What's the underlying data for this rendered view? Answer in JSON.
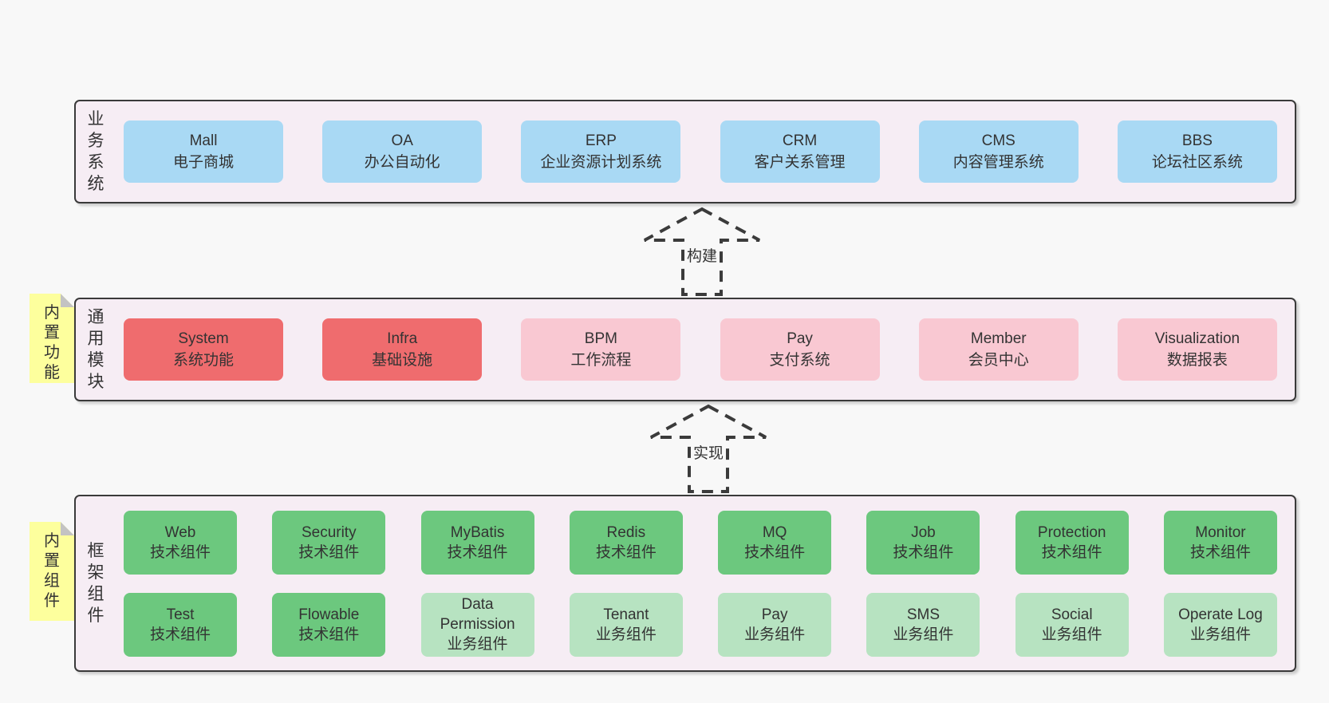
{
  "palette": {
    "page_bg": "#f8f8f8",
    "container_bg": "#f6edf4",
    "container_border": "#3a3a3a",
    "blue": "#a9d9f4",
    "red": "#ef6c6e",
    "pink": "#f9c8d2",
    "green": "#6cc87e",
    "light_green": "#b7e3c1",
    "note_yellow": "#fdff9d",
    "note_fold": "#c3c3c3",
    "arrow": "#3b3b3b",
    "text": "#333333"
  },
  "arrows": [
    {
      "label": "构建"
    },
    {
      "label": "实现"
    }
  ],
  "layers": {
    "business": {
      "side_label": "业务系统",
      "boxes": [
        {
          "title": "Mall",
          "subtitle": "电子商城"
        },
        {
          "title": "OA",
          "subtitle": "办公自动化"
        },
        {
          "title": "ERP",
          "subtitle": "企业资源计划系统"
        },
        {
          "title": "CRM",
          "subtitle": "客户关系管理"
        },
        {
          "title": "CMS",
          "subtitle": "内容管理系统"
        },
        {
          "title": "BBS",
          "subtitle": "论坛社区系统"
        }
      ]
    },
    "modules": {
      "side_label": "通用模块",
      "note": "内置功能",
      "boxes": [
        {
          "title": "System",
          "subtitle": "系统功能",
          "variant": "red"
        },
        {
          "title": "Infra",
          "subtitle": "基础设施",
          "variant": "red"
        },
        {
          "title": "BPM",
          "subtitle": "工作流程",
          "variant": "pink"
        },
        {
          "title": "Pay",
          "subtitle": "支付系统",
          "variant": "pink"
        },
        {
          "title": "Member",
          "subtitle": "会员中心",
          "variant": "pink"
        },
        {
          "title": "Visualization",
          "subtitle": "数据报表",
          "variant": "pink"
        }
      ]
    },
    "framework": {
      "side_label": "框架组件",
      "note": "内置组件",
      "row1": [
        {
          "title": "Web",
          "subtitle": "技术组件",
          "variant": "green"
        },
        {
          "title": "Security",
          "subtitle": "技术组件",
          "variant": "green"
        },
        {
          "title": "MyBatis",
          "subtitle": "技术组件",
          "variant": "green"
        },
        {
          "title": "Redis",
          "subtitle": "技术组件",
          "variant": "green"
        },
        {
          "title": "MQ",
          "subtitle": "技术组件",
          "variant": "green"
        },
        {
          "title": "Job",
          "subtitle": "技术组件",
          "variant": "green"
        },
        {
          "title": "Protection",
          "subtitle": "技术组件",
          "variant": "green"
        },
        {
          "title": "Monitor",
          "subtitle": "技术组件",
          "variant": "green"
        }
      ],
      "row2": [
        {
          "title": "Test",
          "subtitle": "技术组件",
          "variant": "green"
        },
        {
          "title": "Flowable",
          "subtitle": "技术组件",
          "variant": "green"
        },
        {
          "title": "Data Permission",
          "subtitle": "业务组件",
          "variant": "light_green"
        },
        {
          "title": "Tenant",
          "subtitle": "业务组件",
          "variant": "light_green"
        },
        {
          "title": "Pay",
          "subtitle": "业务组件",
          "variant": "light_green"
        },
        {
          "title": "SMS",
          "subtitle": "业务组件",
          "variant": "light_green"
        },
        {
          "title": "Social",
          "subtitle": "业务组件",
          "variant": "light_green"
        },
        {
          "title": "Operate Log",
          "subtitle": "业务组件",
          "variant": "light_green"
        }
      ]
    }
  }
}
